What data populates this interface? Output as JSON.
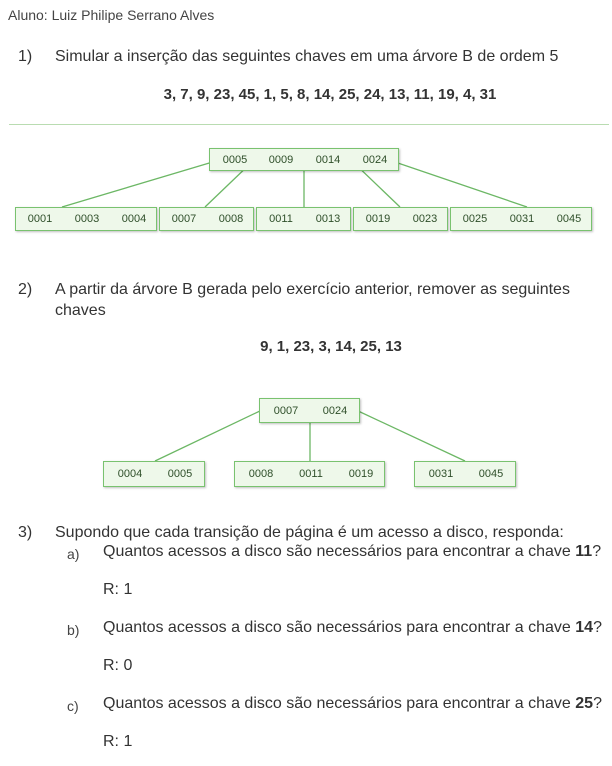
{
  "student": "Aluno: Luiz Philipe Serrano Alves",
  "q1": {
    "number": "1)",
    "text": "Simular a inserção das seguintes chaves em uma árvore B de ordem 5",
    "keys": "3, 7, 9, 23, 45, 1, 5, 8, 14, 25, 24, 13, 11, 19, 4, 31"
  },
  "tree1": {
    "root": [
      "0005",
      "0009",
      "0014",
      "0024"
    ],
    "leaves": [
      [
        "0001",
        "0003",
        "0004"
      ],
      [
        "0007",
        "0008"
      ],
      [
        "0011",
        "0013"
      ],
      [
        "0019",
        "0023"
      ],
      [
        "0025",
        "0031",
        "0045"
      ]
    ]
  },
  "q2": {
    "number": "2)",
    "text_line1": "A partir da árvore B gerada pelo exercício anterior, remover as seguintes",
    "text_line2": "chaves",
    "keys": "9, 1, 23, 3, 14, 25, 13"
  },
  "tree2": {
    "root": [
      "0007",
      "0024"
    ],
    "leaves": [
      [
        "0004",
        "0005"
      ],
      [
        "0008",
        "0011",
        "0019"
      ],
      [
        "0031",
        "0045"
      ]
    ]
  },
  "q3": {
    "number": "3)",
    "text": "Supondo que cada transição de página é um acesso a disco, responda:",
    "items": [
      {
        "label": "a)",
        "prefix": "Quantos acessos a disco são necessários para encontrar a chave ",
        "key": "11",
        "suffix": "?",
        "answer": "R: 1"
      },
      {
        "label": "b)",
        "prefix": "Quantos acessos a disco são necessários para encontrar a chave ",
        "key": "14",
        "suffix": "?",
        "answer": "R: 0"
      },
      {
        "label": "c)",
        "prefix": "Quantos acessos a disco são necessários para encontrar a chave ",
        "key": "25",
        "suffix": "?",
        "answer": "R: 1"
      }
    ]
  },
  "colors": {
    "node_fill": "#eef8ea",
    "node_border": "#79c26f",
    "edge": "#6cb765",
    "separator": "#b9dcb1"
  }
}
